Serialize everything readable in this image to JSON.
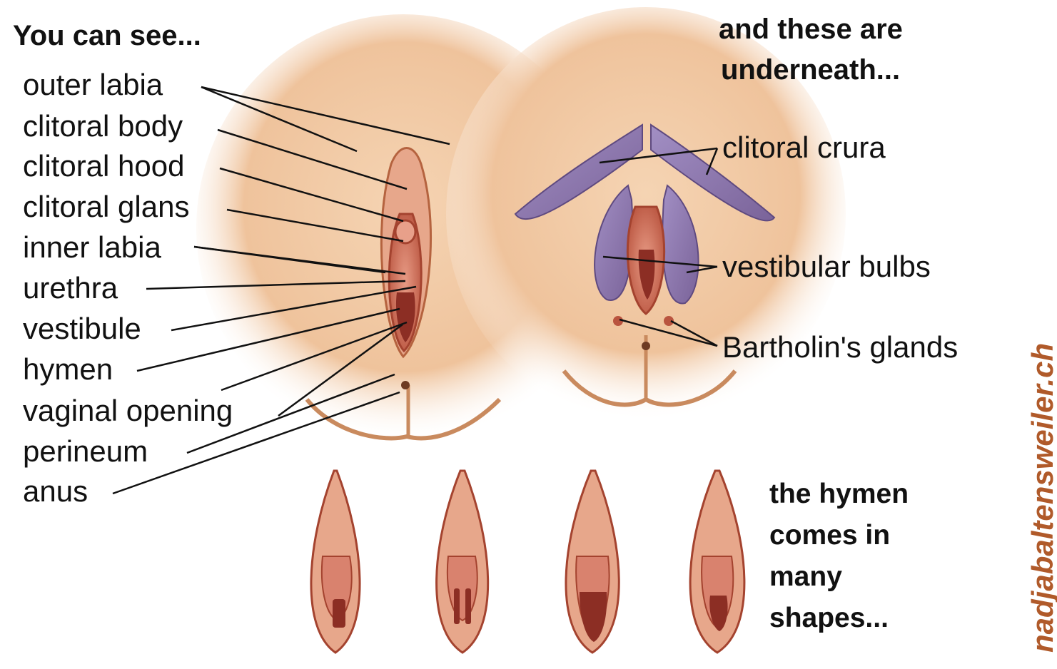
{
  "headings": {
    "left": "You can see...",
    "right_line1": "and these are",
    "right_line2": "underneath..."
  },
  "left_labels": [
    "outer labia",
    "clitoral body",
    "clitoral hood",
    "clitoral glans",
    "inner labia",
    "urethra",
    "vestibule",
    "hymen",
    "vaginal opening",
    "perineum",
    "anus"
  ],
  "right_labels": [
    "clitoral crura",
    "vestibular bulbs",
    "Bartholin's glands"
  ],
  "bottom_note": [
    "the hymen",
    "comes in",
    "many",
    "shapes..."
  ],
  "credit": "nadjabaltensweiler.ch",
  "colors": {
    "skin": "#f0c9a3",
    "skin_shadow": "#c98a5e",
    "tissue": "#d9826e",
    "dark_tissue": "#8c2e24",
    "erectile": "#8d78b0",
    "credit": "#b05a2a",
    "text": "#111111"
  }
}
